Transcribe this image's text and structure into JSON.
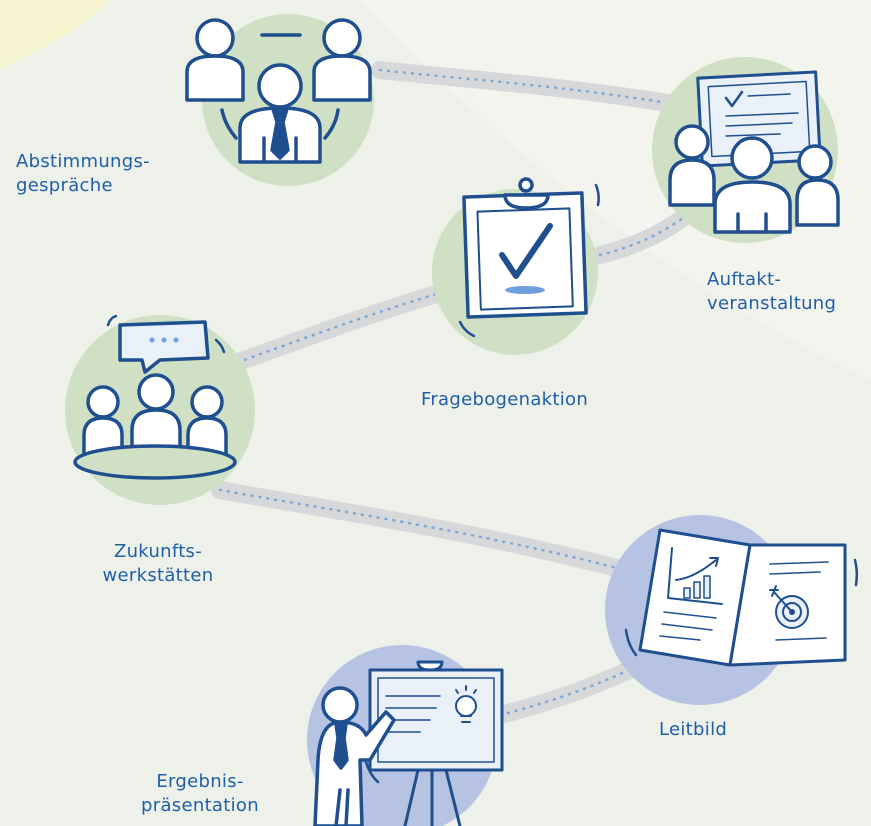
{
  "colors": {
    "background": "#eef1ea",
    "background_light": "#f4f4ef",
    "accent_yellow": "#f6f3cf",
    "path": "#d6d8da",
    "path_dots": "#7fa8d6",
    "green_circle": "#cfe0c4",
    "blue_circle": "#b6c3e3",
    "line": "#1f4f8f",
    "label": "#1f5ea8",
    "fill_light": "#e9f0f8",
    "highlight": "#6f9fdc"
  },
  "icons": [
    "team-meeting-icon",
    "kickoff-presentation-icon",
    "clipboard-check-icon",
    "workshop-table-icon",
    "open-book-chart-target-icon",
    "presenter-flipchart-icon"
  ],
  "stations": {
    "abstimmung": {
      "line1": "Abstimmungs-",
      "line2": "gespräche"
    },
    "auftakt": {
      "line1": "Auftakt-",
      "line2": "veranstaltung"
    },
    "fragebogen": {
      "label": "Fragebogenaktion"
    },
    "zukunft": {
      "line1": "Zukunfts-",
      "line2": "werkstätten"
    },
    "leitbild": {
      "label": "Leitbild"
    },
    "ergebnis": {
      "line1": "Ergebnis-",
      "line2": "präsentation"
    }
  }
}
